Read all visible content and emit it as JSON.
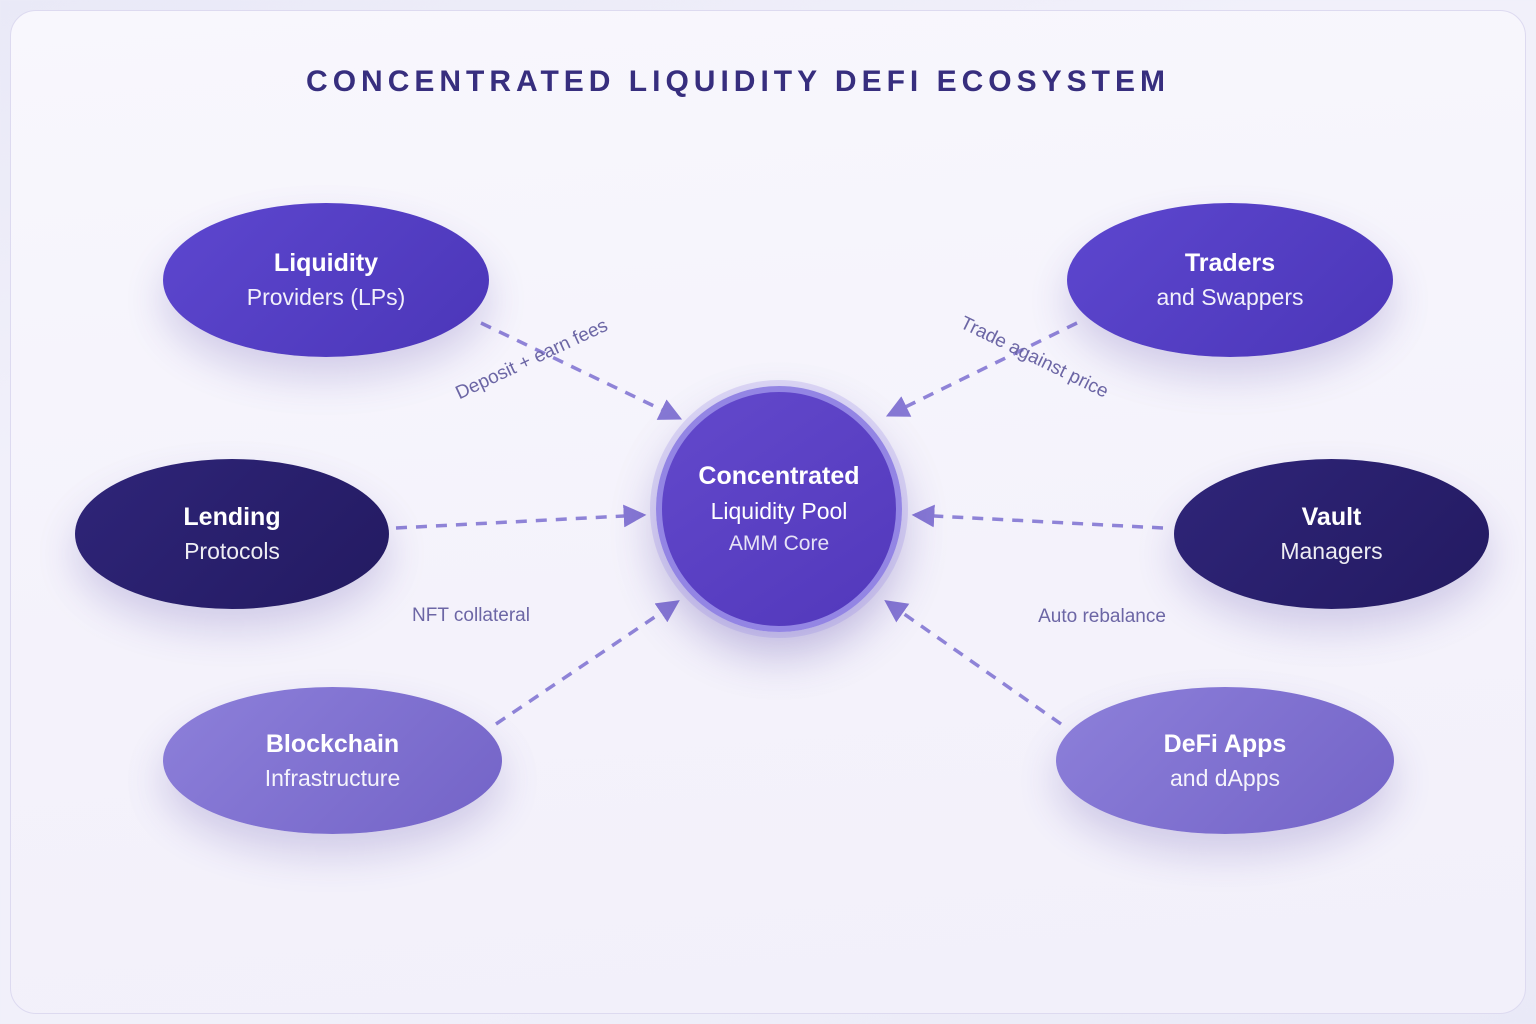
{
  "title": "CONCENTRATED LIQUIDITY DEFI ECOSYSTEM",
  "hub": {
    "line1": "Concentrated",
    "line2": "Liquidity Pool",
    "line3": "AMM Core"
  },
  "nodes": {
    "liquidity_providers": {
      "line1": "Liquidity",
      "line2": "Providers (LPs)"
    },
    "traders": {
      "line1": "Traders",
      "line2": "and Swappers"
    },
    "lending": {
      "line1": "Lending",
      "line2": "Protocols"
    },
    "vault": {
      "line1": "Vault",
      "line2": "Managers"
    },
    "blockchain": {
      "line1": "Blockchain",
      "line2": "Infrastructure"
    },
    "defi_apps": {
      "line1": "DeFi Apps",
      "line2": "and dApps"
    }
  },
  "edge_labels": {
    "deposit": "Deposit + earn fees",
    "trade": "Trade against price",
    "nft": "NFT collateral",
    "rebalance": "Auto rebalance"
  },
  "colors": {
    "title": "#372e7e",
    "node_mid_purple": "#5340c4",
    "node_dark_indigo": "#2a2070",
    "node_light_purple": "#8071d1",
    "hub_fill": "#5b3fc2",
    "hub_ring": "#9385e4",
    "arrow": "#8477d4",
    "edge_label_text": "#6c66a5",
    "background": "#f4f2fb"
  }
}
